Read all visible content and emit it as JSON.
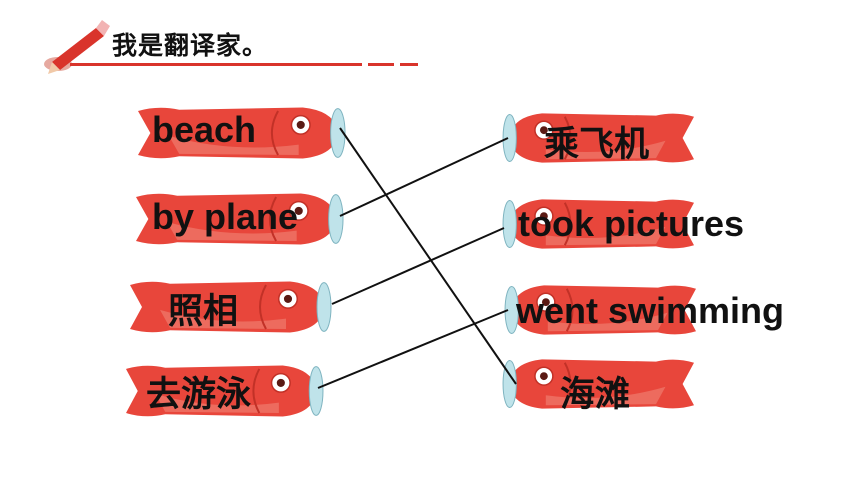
{
  "header": {
    "title": "我是翻译家。",
    "pencil_icon": "pencil-icon",
    "accent_color": "#d9342b"
  },
  "left_items": [
    {
      "text": "beach"
    },
    {
      "text": "by plane"
    },
    {
      "text": "照相"
    },
    {
      "text": "去游泳"
    }
  ],
  "right_items": [
    {
      "text": "乘飞机"
    },
    {
      "text": "took pictures"
    },
    {
      "text": "went swimming"
    },
    {
      "text": "海滩"
    }
  ],
  "fish_icon": "carp-kite-icon",
  "fish_color": "#e8463b"
}
